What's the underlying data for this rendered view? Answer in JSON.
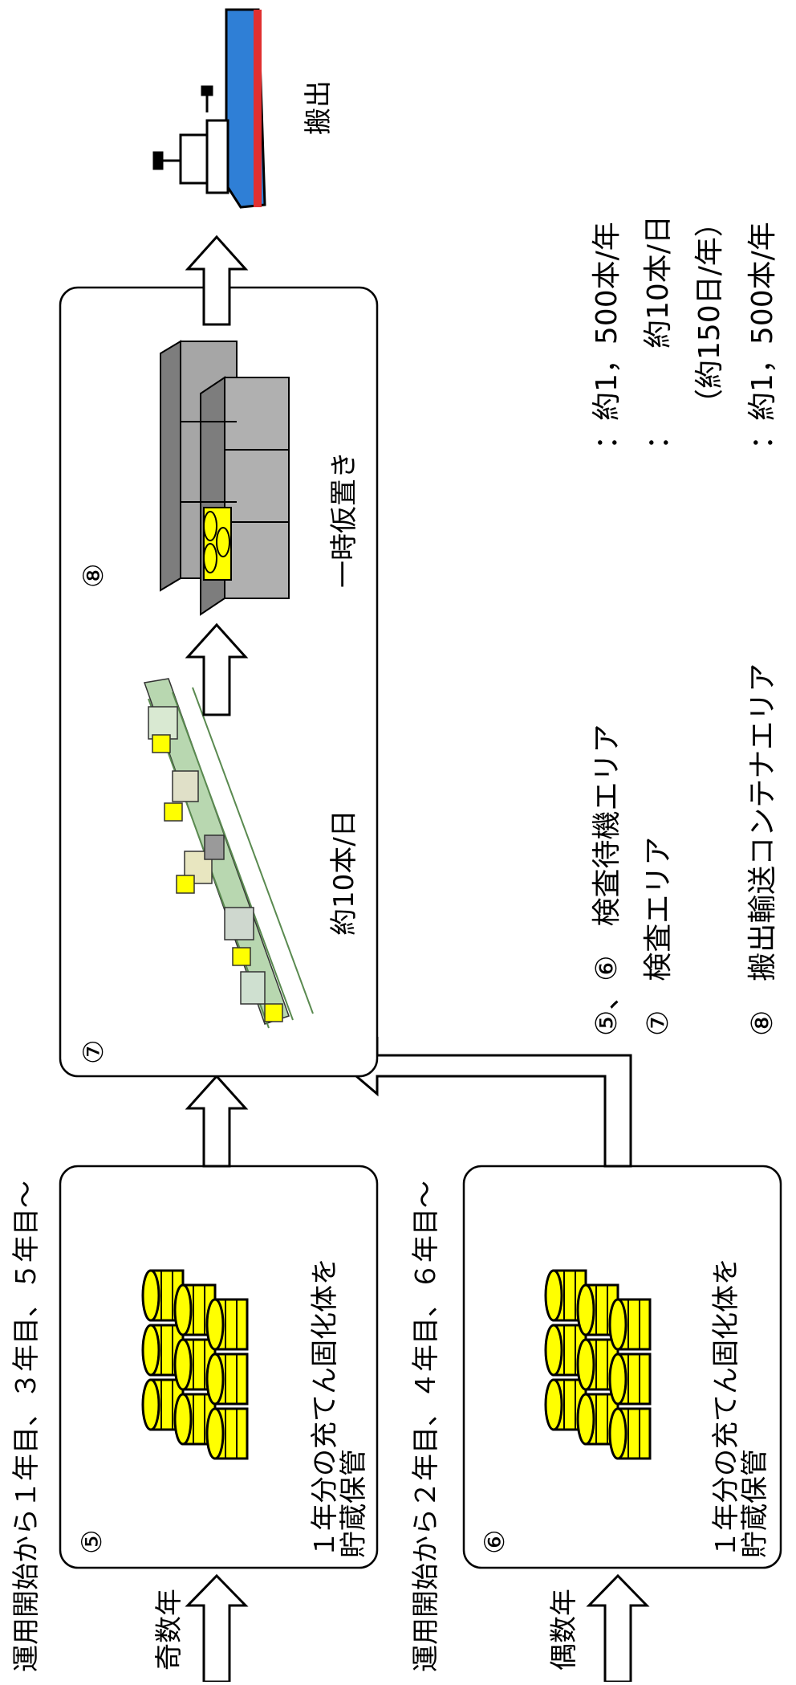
{
  "headings": {
    "odd_start": "運用開始から１年目、３年目、５年目～",
    "even_start": "運用開始から２年目、４年目、６年目～"
  },
  "inputs": {
    "odd_year": "奇数年",
    "even_year": "偶数年"
  },
  "areas": {
    "area5": {
      "marker": "⑤",
      "label_line1": "１年分の充てん固化体を",
      "label_line2": "貯蔵保管"
    },
    "area6": {
      "marker": "⑥",
      "label_line1": "１年分の充てん固化体を",
      "label_line2": "貯蔵保管"
    },
    "area7": {
      "marker": "⑦",
      "rate": "約10本/日"
    },
    "area8": {
      "marker": "⑧",
      "label": "一時仮置き"
    }
  },
  "output": {
    "label": "搬出"
  },
  "legend": [
    {
      "text": "⑤、⑥　検査待機エリア",
      "value": "：約1，500本/年"
    },
    {
      "text": "⑦　検査エリア",
      "value": "：　　　約10本/日"
    },
    {
      "text": "",
      "value": "（約150日/年）"
    },
    {
      "text": "⑧　搬出輸送コンテナエリア",
      "value": "：約1，500本/年"
    }
  ],
  "colors": {
    "drum": "#ffff00",
    "container": "#a6a6a6",
    "machine": "#b8d7b0",
    "ship_hull": "#2f7fd6",
    "ship_stripe": "#e03030"
  }
}
